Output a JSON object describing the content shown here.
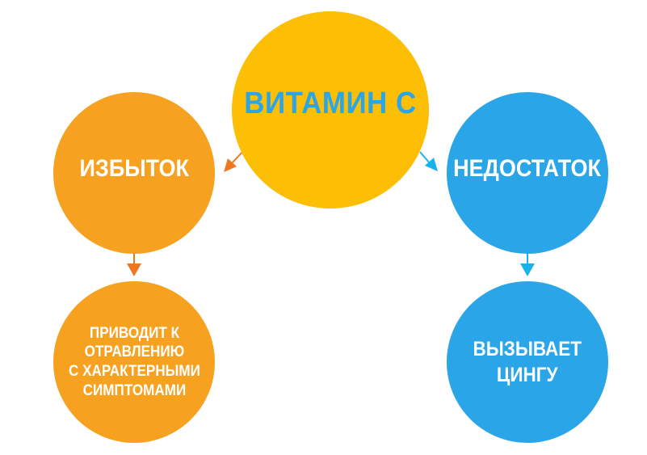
{
  "nodes": {
    "center": {
      "label": "ВИТАМИН С"
    },
    "excess": {
      "label": "ИЗБЫТОК"
    },
    "deficit": {
      "label": "НЕДОСТАТОК"
    },
    "poisoning": {
      "lines": [
        "ПРИВОДИТ К",
        "ОТРАВЛЕНИЮ",
        "С ХАРАКТЕРНЫМИ",
        "СИМПТОМАМИ"
      ]
    },
    "scurvy": {
      "lines": [
        "ВЫЗЫВАЕТ",
        "ЦИНГУ"
      ]
    }
  },
  "colors": {
    "yellow": "#fcbf05",
    "orange": "#f6a11f",
    "blue": "#2aa5e8",
    "orange_arrow": "#ee7720",
    "blue_arrow": "#19b3ec"
  }
}
